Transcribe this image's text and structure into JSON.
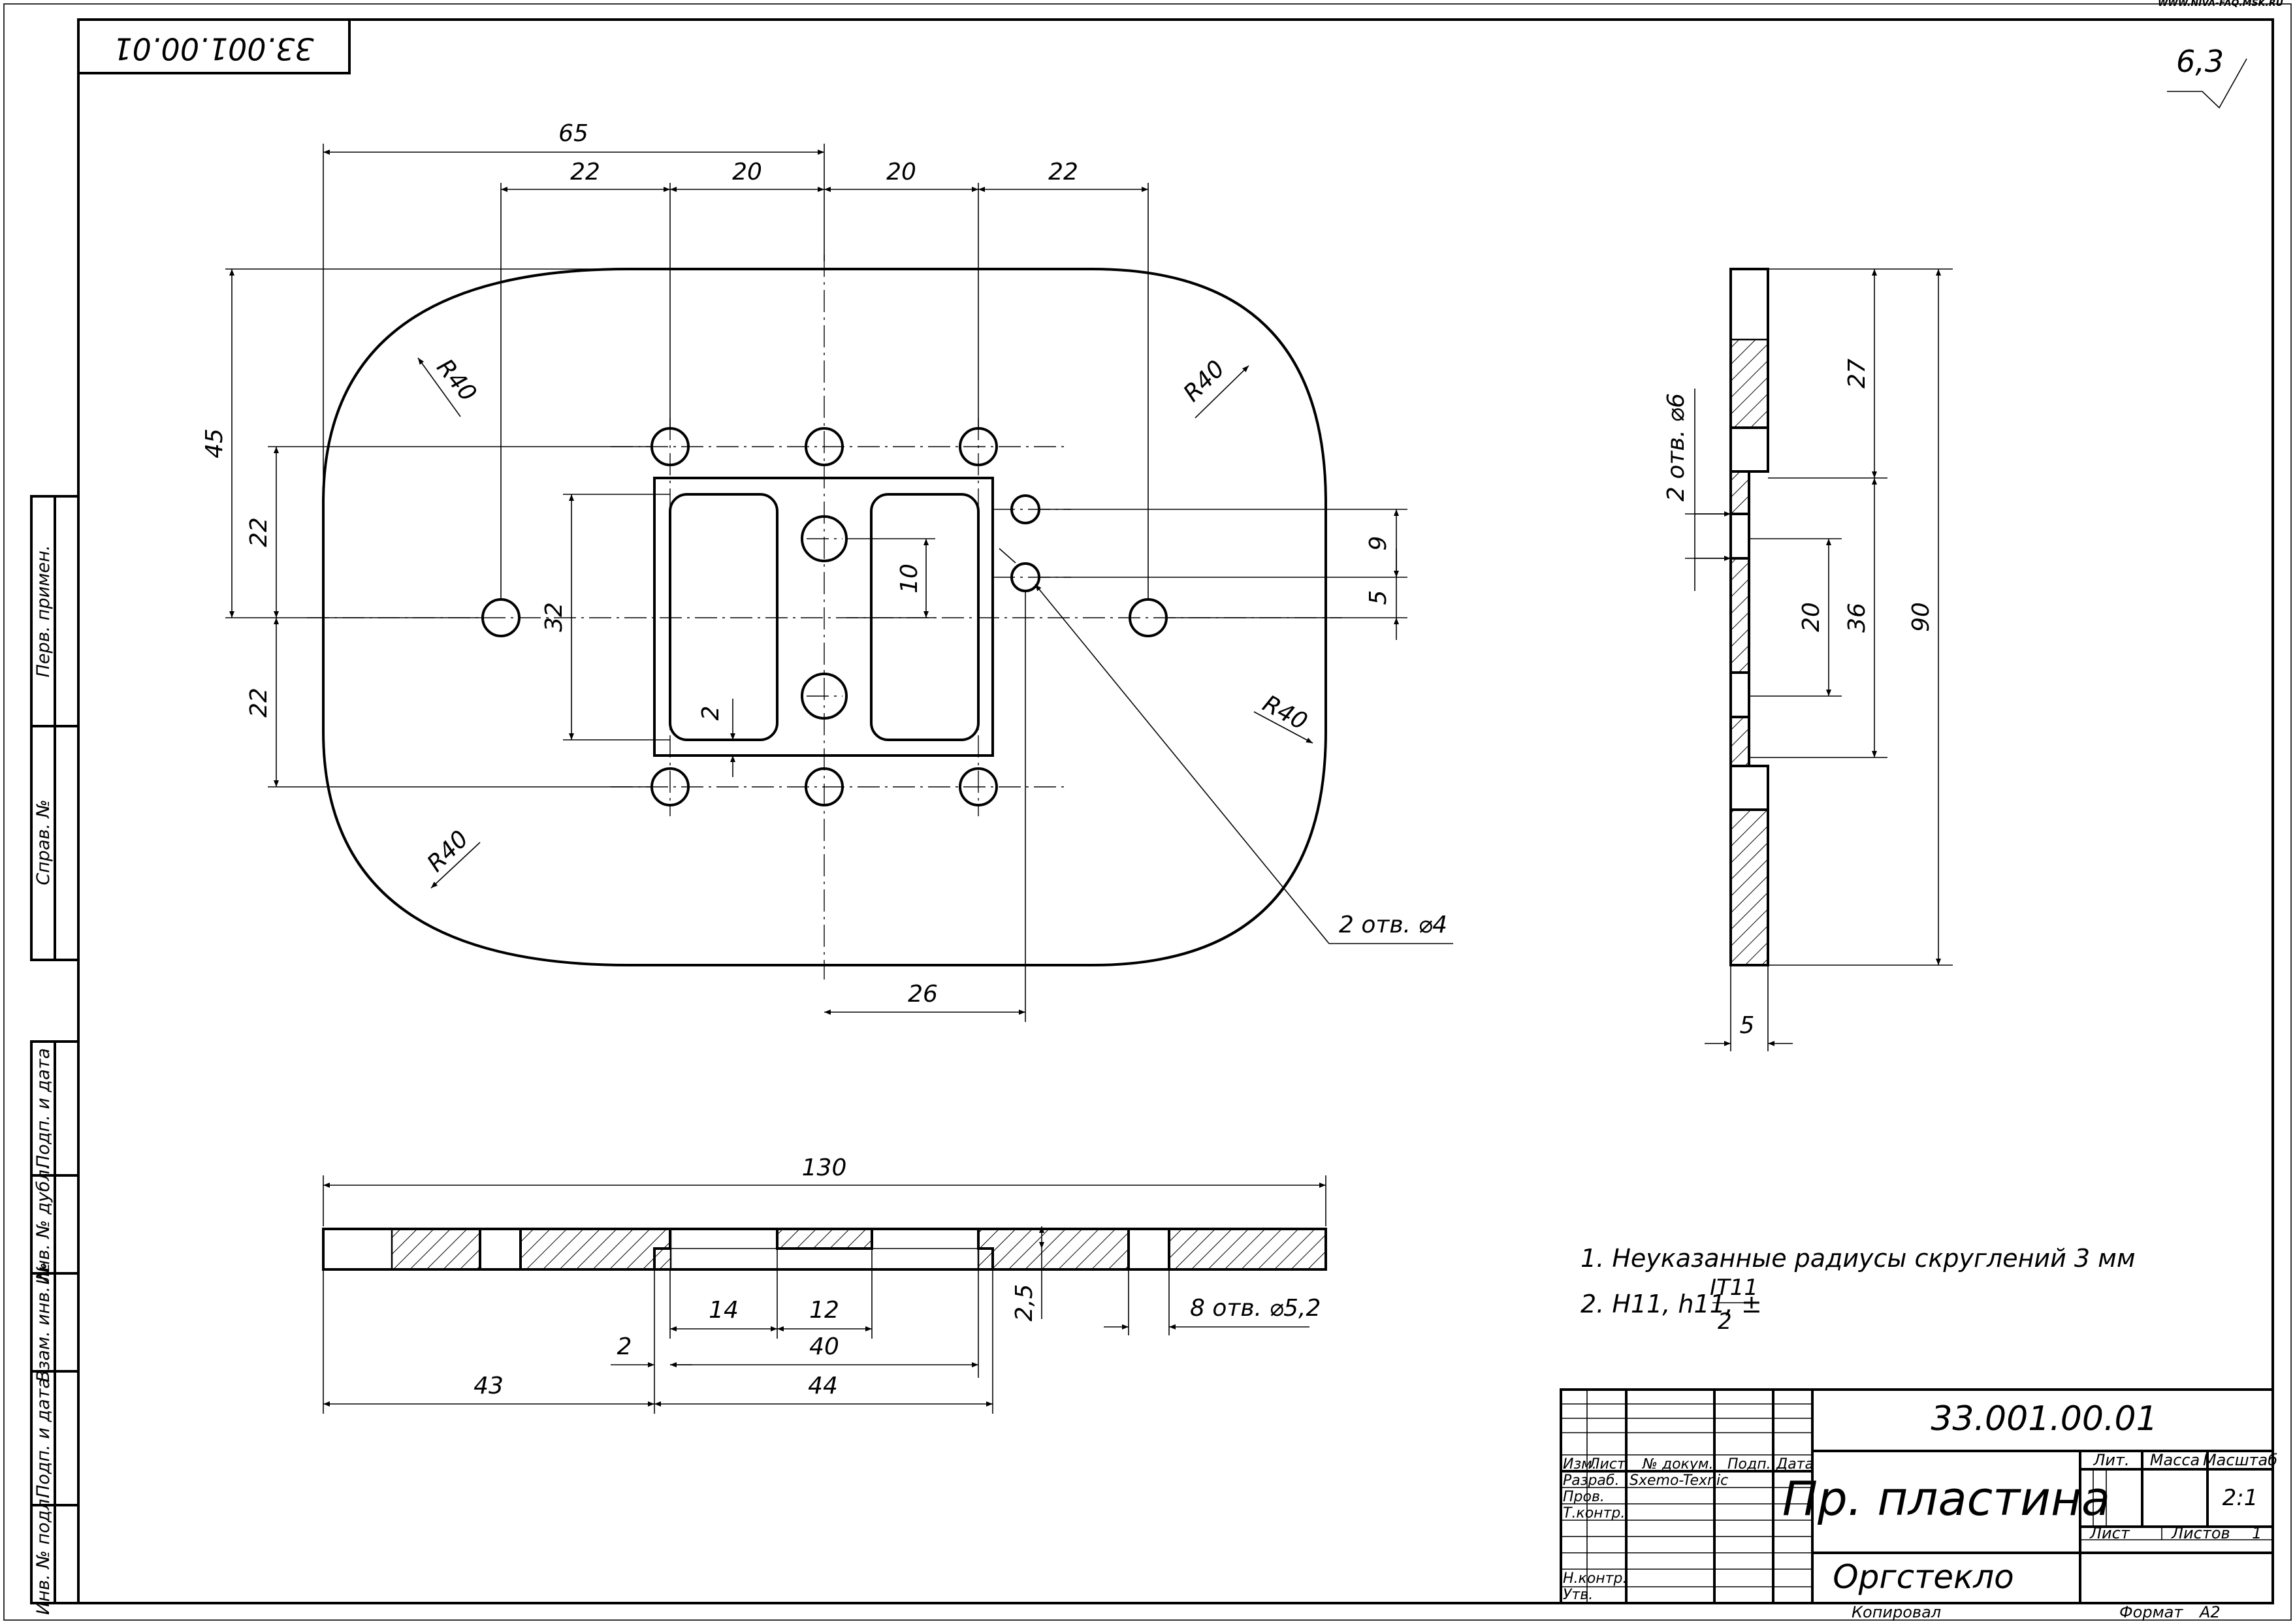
{
  "header": {
    "corner_stamp": "33.001.00.01",
    "site": "WWW.NIVA-FAQ.MSK.RU",
    "roughness": "6,3"
  },
  "main_view": {
    "dims": [
      "65",
      "22",
      "20",
      "20",
      "22",
      "45",
      "22",
      "22",
      "32",
      "10",
      "2",
      "9",
      "5",
      "26"
    ],
    "radii": [
      "R40",
      "R40",
      "R40",
      "R40"
    ],
    "callout_holes4": "2 отв. ⌀4"
  },
  "side_view": {
    "callout_holes6": "2 отв. ⌀6",
    "dims": [
      "27",
      "20",
      "36",
      "90",
      "5"
    ]
  },
  "bottom_view": {
    "dims": [
      "130",
      "14",
      "12",
      "40",
      "2",
      "43",
      "44",
      "2,5"
    ],
    "callout_holes52": "8 отв. ⌀5,2"
  },
  "notes": {
    "note1": "1. Неуказанные радиусы скруглений 3 мм",
    "note2_prefix": "2. H11, h11, ±",
    "note2_num": "IT11",
    "note2_den": "2"
  },
  "side_strip": {
    "perv_primen": "Перв. примен.",
    "sprav_no": "Справ. №",
    "podp_data_1": "Подп. и дата",
    "inv_no_dubl": "Инв. № дубл.",
    "vzam_inv_no": "Взам. инв. №",
    "podp_data_2": "Подп. и дата",
    "inv_no_podl": "Инв. № подл."
  },
  "title_block": {
    "designation": "33.001.00.01",
    "name": "Пр. пластина",
    "material": "Оргстекло",
    "lit": "Лит.",
    "massa": "Масса",
    "masshtab": "Масштаб",
    "scale": "2:1",
    "list": "Лист",
    "listov": "Листов",
    "listov_value": "1",
    "izm": "Изм.",
    "list_col": "Лист",
    "doc_no": "№ докум.",
    "podp": "Подп.",
    "data": "Дата",
    "razrab": "Разраб.",
    "razrab_name": "Sxemo-Texnic",
    "prov": "Пров.",
    "tkontr": "Т.контр.",
    "nkontr": "Н.контр.",
    "utv": "Утв.",
    "kopiroval": "Копировал",
    "format": "Формат",
    "format_value": "A2"
  }
}
